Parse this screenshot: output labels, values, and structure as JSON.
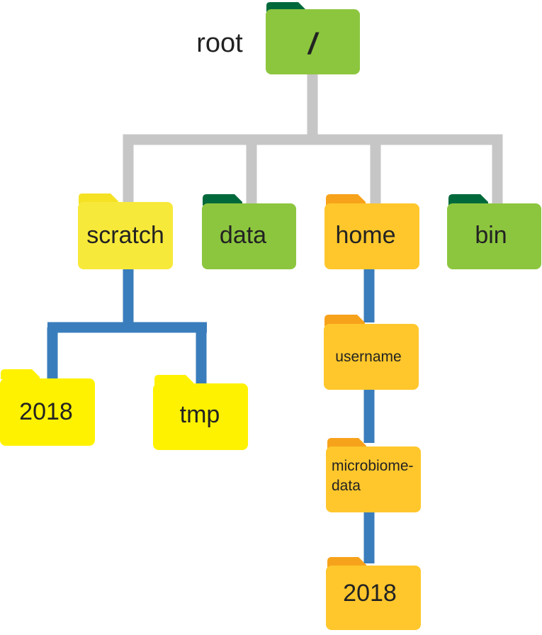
{
  "diagram": {
    "root_label": "root",
    "nodes": {
      "root": {
        "label": "/",
        "color": "green"
      },
      "scratch": {
        "label": "scratch",
        "color": "yellow"
      },
      "data": {
        "label": "data",
        "color": "green"
      },
      "home": {
        "label": "home",
        "color": "orange"
      },
      "bin": {
        "label": "bin",
        "color": "green"
      },
      "scratch_2018": {
        "label": "2018",
        "color": "bright-yellow"
      },
      "tmp": {
        "label": "tmp",
        "color": "bright-yellow"
      },
      "username": {
        "label": "username",
        "color": "orange"
      },
      "microbiome_line1": {
        "label": "microbiome-"
      },
      "microbiome_line2": {
        "label": "data"
      },
      "home_2018": {
        "label": "2018",
        "color": "orange"
      }
    },
    "edges": [
      {
        "from": "/",
        "to": "scratch"
      },
      {
        "from": "/",
        "to": "data"
      },
      {
        "from": "/",
        "to": "home"
      },
      {
        "from": "/",
        "to": "bin"
      },
      {
        "from": "scratch",
        "to": "2018"
      },
      {
        "from": "scratch",
        "to": "tmp"
      },
      {
        "from": "home",
        "to": "username"
      },
      {
        "from": "username",
        "to": "microbiome-data"
      },
      {
        "from": "microbiome-data",
        "to": "2018"
      }
    ],
    "colors": {
      "gray_connector": "#c6c6c6",
      "blue_connector": "#3a7dbc",
      "green_body": "#8cc63f",
      "green_tab": "#00693c",
      "yellow_body": "#f7e93a",
      "yellow_tab": "#f5e225",
      "bright_yellow_body": "#fff200",
      "orange_body": "#ffc72c",
      "orange_tab": "#f7a21b",
      "text": "#222222"
    }
  }
}
